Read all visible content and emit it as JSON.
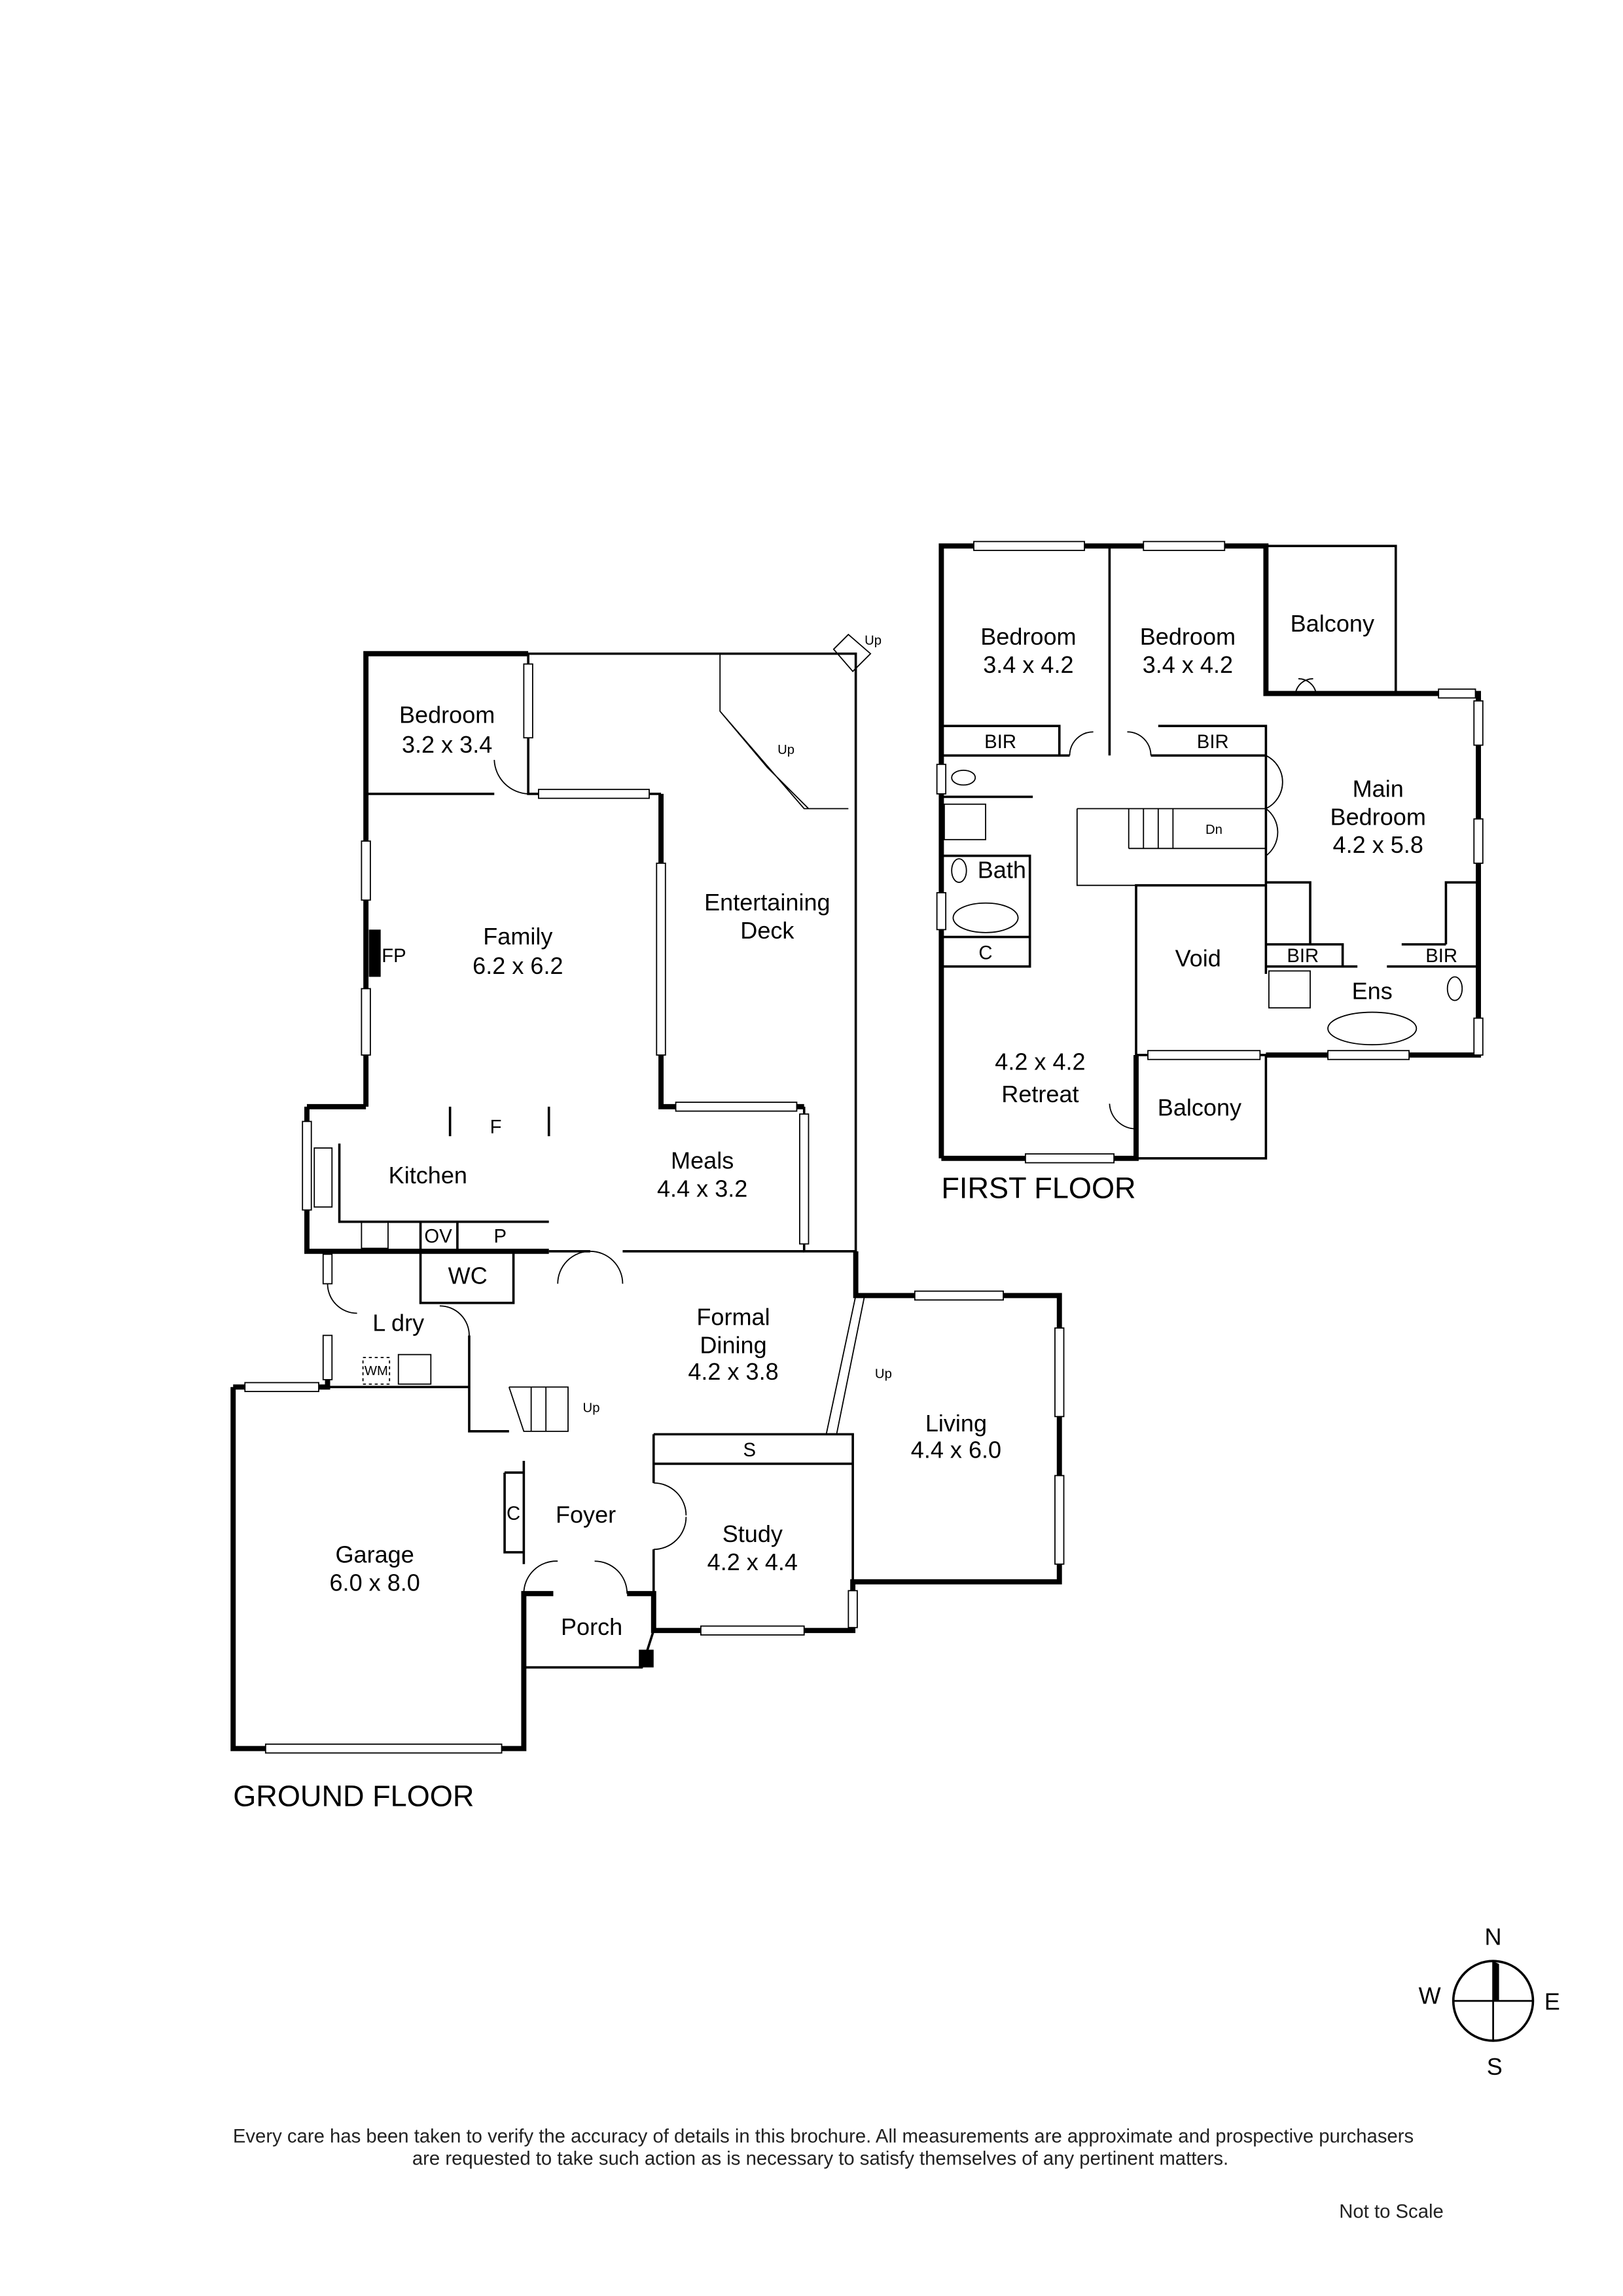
{
  "ground_floor": {
    "title": "GROUND FLOOR",
    "rooms": [
      {
        "name": "Bedroom",
        "size": "3.2 x 3.4"
      },
      {
        "name": "Family",
        "size": "6.2 x 6.2"
      },
      {
        "name": "Entertaining",
        "name2": "Deck"
      },
      {
        "name": "Kitchen"
      },
      {
        "name": "Meals",
        "size": "4.4 x 3.2"
      },
      {
        "name": "WC"
      },
      {
        "name": "L dry"
      },
      {
        "name": "Formal",
        "name2": "Dining",
        "size": "4.2 x 3.8"
      },
      {
        "name": "Living",
        "size": "4.4 x 6.0"
      },
      {
        "name": "Garage",
        "size": "6.0 x 8.0"
      },
      {
        "name": "Foyer"
      },
      {
        "name": "Study",
        "size": "4.2 x 4.4"
      },
      {
        "name": "Porch"
      }
    ],
    "fixtures": {
      "fp": "FP",
      "f": "F",
      "ov": "OV",
      "p": "P",
      "wm": "WM",
      "c": "C",
      "s": "S",
      "up": "Up"
    }
  },
  "first_floor": {
    "title": "FIRST FLOOR",
    "rooms": [
      {
        "name": "Bedroom",
        "size": "3.4 x 4.2"
      },
      {
        "name": "Bedroom",
        "size": "3.4 x 4.2"
      },
      {
        "name": "Balcony"
      },
      {
        "name": "Main",
        "name2": "Bedroom",
        "size": "4.2 x 5.8"
      },
      {
        "name": "Bath"
      },
      {
        "name": "Void"
      },
      {
        "name": "Retreat",
        "size": "4.2 x 4.2"
      },
      {
        "name": "Balcony"
      },
      {
        "name": "Ens"
      }
    ],
    "fixtures": {
      "bir": "BIR",
      "c": "C",
      "dn": "Dn"
    }
  },
  "compass": {
    "n": "N",
    "s": "S",
    "e": "E",
    "w": "W"
  },
  "disclaimer": {
    "line1": "Every care has been taken to verify the accuracy of details in this brochure. All measurements are approximate and prospective purchasers",
    "line2": "are requested to take such action as is necessary to satisfy themselves of any pertinent matters.",
    "scale": "Not to Scale"
  }
}
